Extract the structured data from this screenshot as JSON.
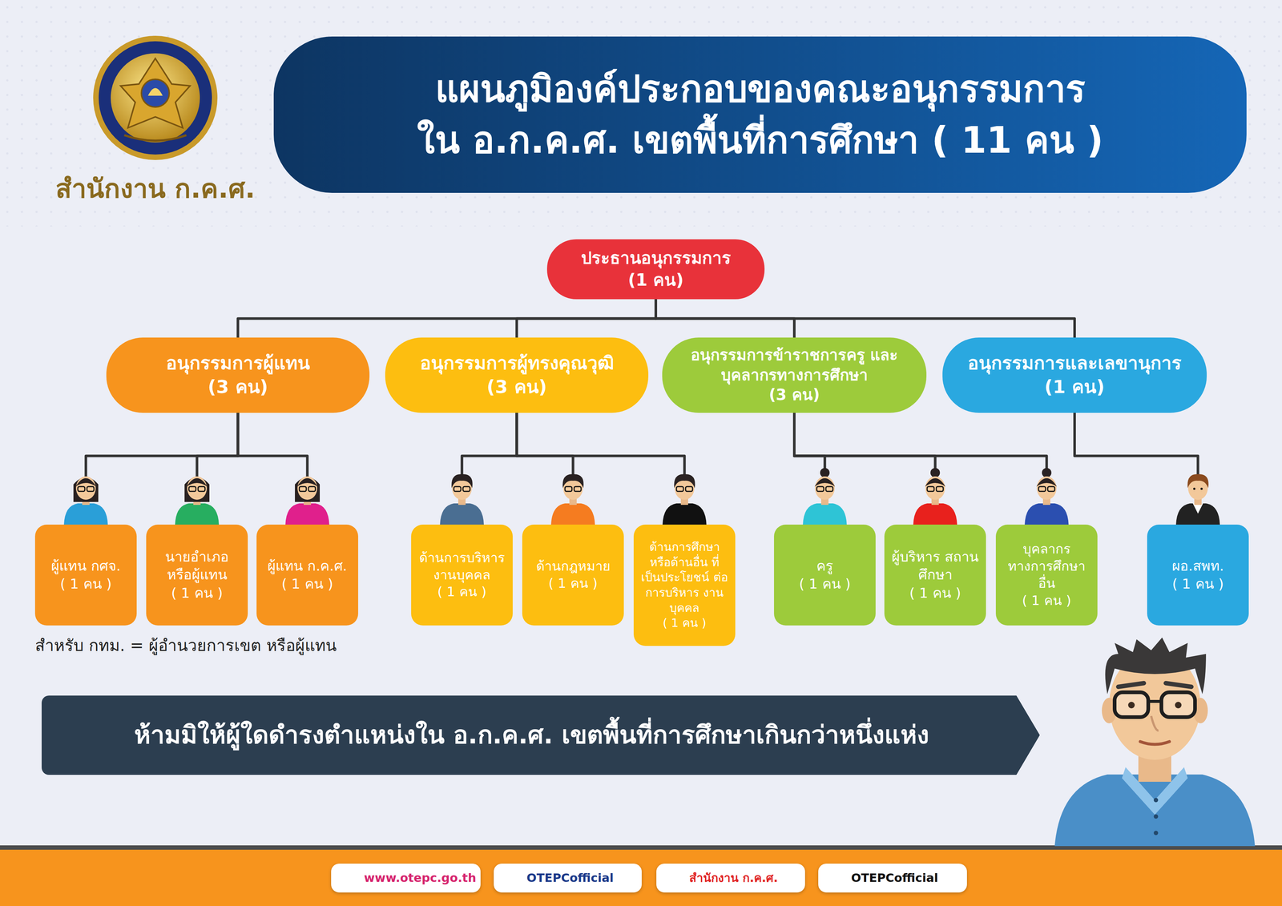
{
  "diagram": {
    "title": "แผนภูมิองค์ประกอบของคณะอนุกรรมการ ใน อ.ก.ค.ศ. เขตพื้นที่การศึกษา ( 11 คน )",
    "nodes": [
      {
        "text": [
          "ประธานอนุกรรมการ (1 คน)"
        ]
      },
      {
        "text": [
          "อนุกรรมการผู้แทน (3 คน)"
        ]
      },
      {
        "text": [
          "อนุกรรมการผู้ทรงคุณวุฒิ (3 คน)"
        ]
      },
      {
        "text": [
          "อนุกรรมการข้าราชการครู และบุคลากรทางการศึกษา (3 คน)"
        ]
      },
      {
        "text": [
          "อนุกรรมการและเลขานุการ (1 คน)"
        ]
      },
      {
        "text": [
          "ผู้แทน กศจ. ( 1 คน )"
        ]
      },
      {
        "text": [
          "นายอำเภอ หรือผู้แทน ( 1 คน )"
        ]
      },
      {
        "text": [
          "ผู้แทน ก.ค.ศ. ( 1 คน )"
        ]
      },
      {
        "text": [
          "ด้านการบริหาร งานบุคคล ( 1 คน )"
        ]
      },
      {
        "text": [
          "ด้านกฎหมาย ( 1 คน )"
        ]
      },
      {
        "text": [
          "ด้านการศึกษา หรือด้านอื่น ที่เป็นประโยชน์ ต่อการบริหาร งานบุคคล ( 1 คน )"
        ]
      },
      {
        "text": [
          "ครู ( 1 คน )"
        ]
      },
      {
        "text": [
          "ผู้บริหาร สถานศึกษา ( 1 คน )"
        ]
      },
      {
        "text": [
          "บุคลากร ทางการศึกษาอื่น ( 1 คน )"
        ]
      },
      {
        "text": [
          "ผอ.สพท. ( 1 คน )"
        ]
      },
      {
        "text": [
          "ห้ามมิให้ผู้ใดดำรงตำแหน่งใน อ.ก.ค.ศ. เขตพื้นที่การศึกษาเกินกว่าหนึ่งแห่ง"
        ]
      },
      {
        "text": [
          "www.otepc.go.th"
        ]
      },
      {
        "text": [
          "OTEPCofficial"
        ]
      },
      {
        "text": [
          "สำนักงาน ก.ค.ศ."
        ]
      },
      {
        "text": [
          "OTEPCofficial"
        ]
      }
    ],
    "edges": [
      {
        "from": 0,
        "to": 1,
        "arrow": "none"
      },
      {
        "from": 0,
        "to": 2,
        "arrow": "none"
      },
      {
        "from": 0,
        "to": 3,
        "arrow": "none"
      },
      {
        "from": 0,
        "to": 4,
        "arrow": "none"
      },
      {
        "from": 1,
        "to": 5,
        "arrow": "none"
      },
      {
        "from": 1,
        "to": 6,
        "arrow": "none"
      },
      {
        "from": 1,
        "to": 7,
        "arrow": "none"
      },
      {
        "from": 2,
        "to": 8,
        "arrow": "none"
      },
      {
        "from": 2,
        "to": 9,
        "arrow": "none"
      },
      {
        "from": 2,
        "to": 10,
        "arrow": "none"
      },
      {
        "from": 3,
        "to": 11,
        "arrow": "none"
      },
      {
        "from": 3,
        "to": 12,
        "arrow": "none"
      },
      {
        "from": 3,
        "to": 13,
        "arrow": "none"
      },
      {
        "from": 4,
        "to": 14,
        "arrow": "none"
      }
    ],
    "labels": [
      "สำนักงาน ก.ค.ศ.",
      "สำหรับ กทม. = ผู้อำนวยการเขต หรือผู้แทน"
    ]
  }
}
